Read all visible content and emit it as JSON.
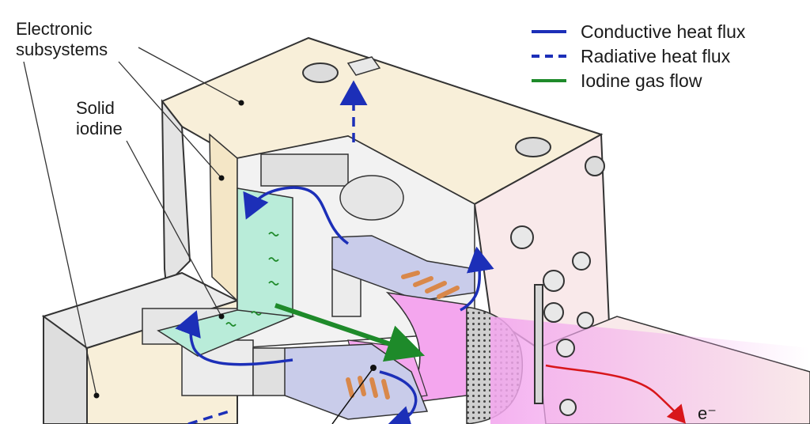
{
  "labels": {
    "electronic_line1": "Electronic",
    "electronic_line2": "subsystems",
    "solid_line1": "Solid",
    "solid_line2": "iodine",
    "electron": "e⁻"
  },
  "legend": {
    "conductive": "Conductive heat flux",
    "radiative": "Radiative heat flux",
    "iodine": "Iodine gas flow"
  },
  "colors": {
    "conductive": "#1c2fb8",
    "radiative": "#1c2fb8",
    "iodine": "#1e8a2a",
    "electron": "#d8161b",
    "housing": "#f8efd9",
    "housing_edge": "#333333",
    "tank": "#b9ecd9",
    "plasma": "#f4a6ee",
    "coil": "#d9884a"
  }
}
